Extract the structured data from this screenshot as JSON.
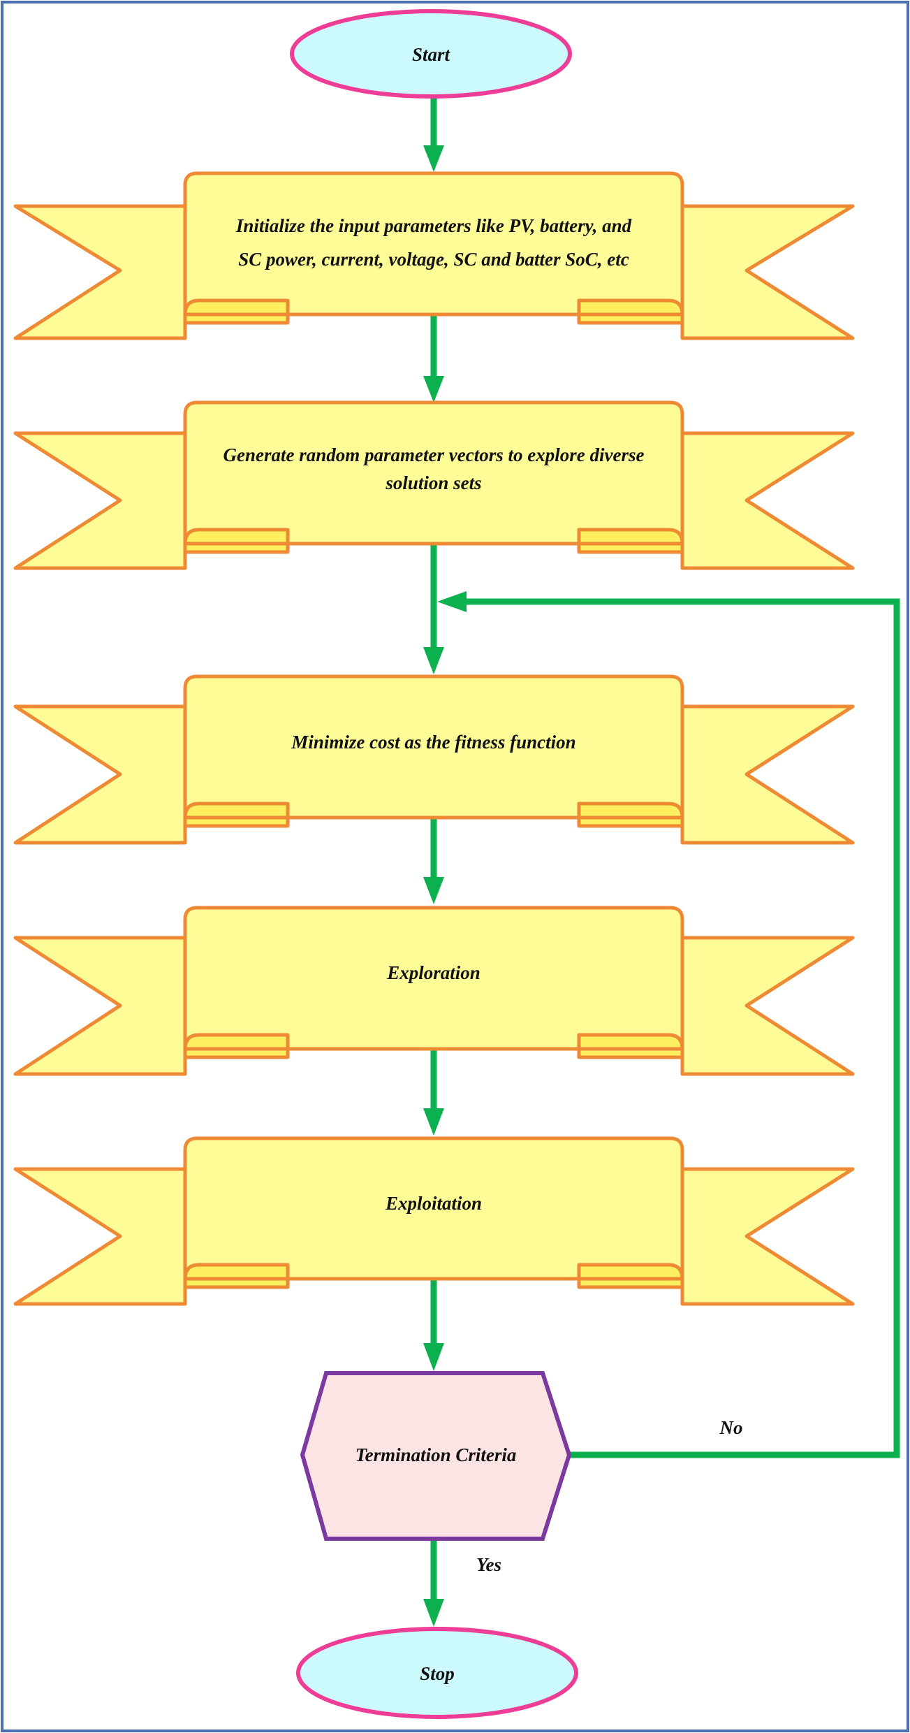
{
  "nodes": {
    "start": {
      "label": "Start"
    },
    "init": {
      "line1": "Initialize the input parameters like PV, battery, and",
      "line2": "SC power, current, voltage, SC and batter SoC, etc"
    },
    "generate": {
      "line1": "Generate random parameter vectors to explore diverse",
      "line2": "solution sets"
    },
    "minimize": {
      "label": "Minimize cost as the fitness function"
    },
    "exploration": {
      "label": "Exploration"
    },
    "exploitation": {
      "label": "Exploitation"
    },
    "termination": {
      "label": "Termination Criteria"
    },
    "stop": {
      "label": "Stop"
    }
  },
  "edges": {
    "no_label": "No",
    "yes_label": "Yes"
  },
  "colors": {
    "frame": "#4a72b0",
    "terminal_fill": "#ccf9fb",
    "terminal_stroke": "#ee3d96",
    "banner_fill": "#fdfc96",
    "banner_fold": "#fcf060",
    "banner_stroke": "#ee8a34",
    "decision_fill": "#fce4e4",
    "decision_stroke": "#7a3aa0",
    "arrow": "#0cb04e"
  }
}
